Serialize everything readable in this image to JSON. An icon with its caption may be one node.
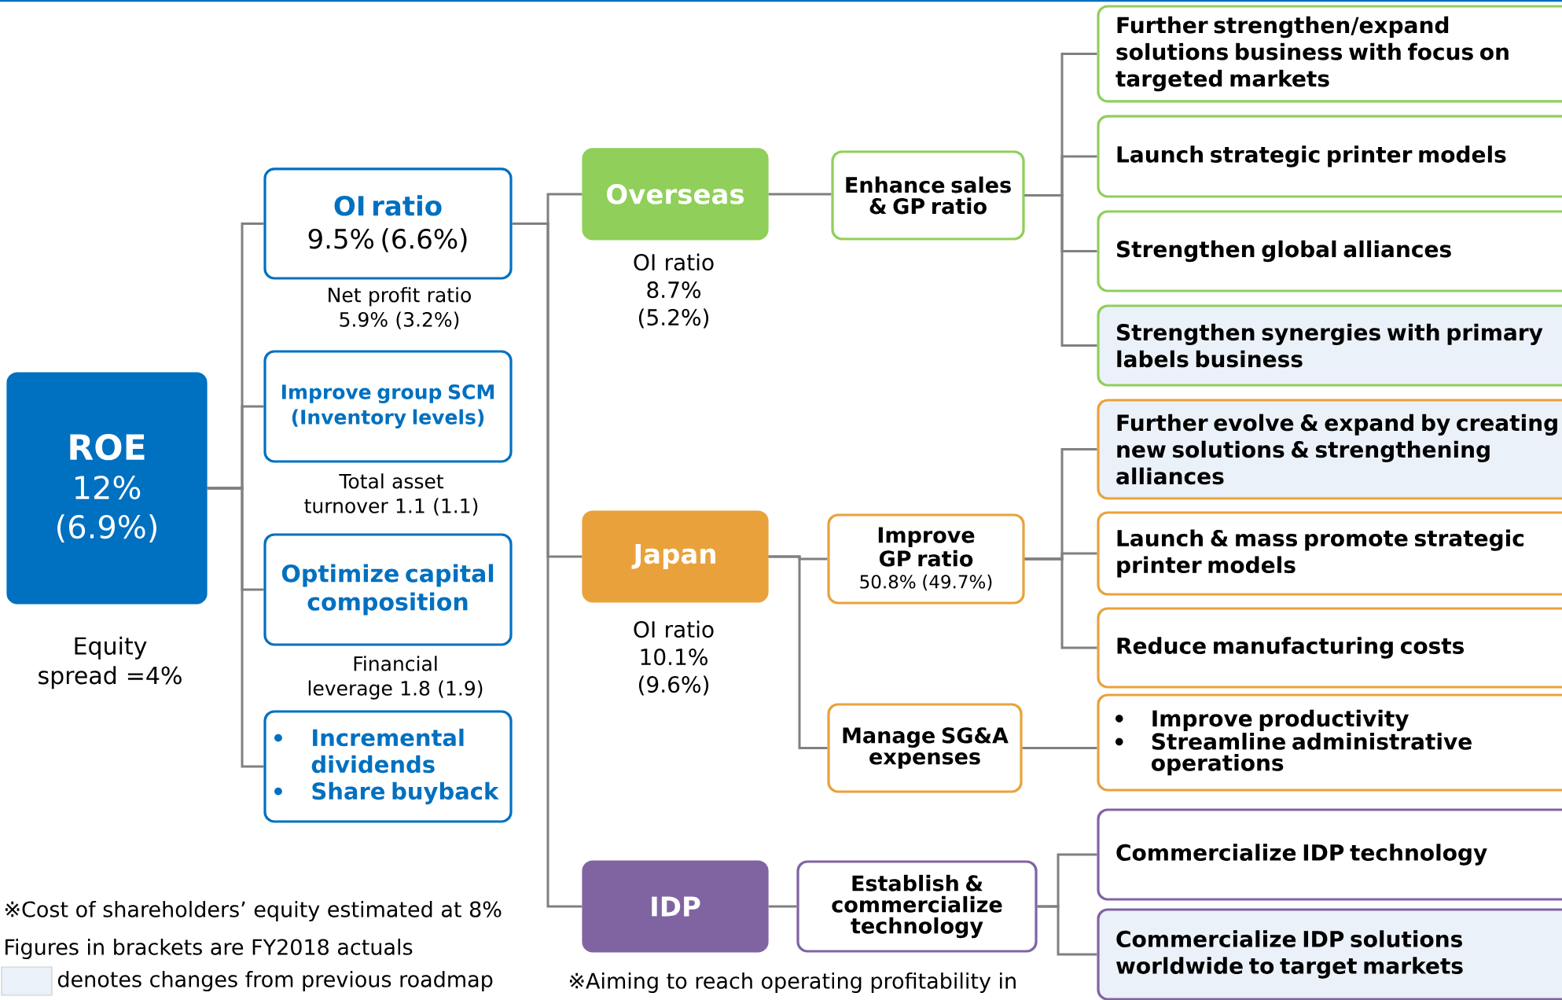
{
  "diagram": {
    "nodes": [
      {
        "text": [
          "ROE",
          "12% (6.9%)"
        ],
        "beside": [
          "Equity spread =4%"
        ]
      },
      {
        "text": [
          "OI ratio",
          "9.5% (6.6%)"
        ],
        "beside": [
          "Net profit ratio 5.9% (3.2%)"
        ]
      },
      {
        "text": [
          "Improve group SCM (Inventory levels)"
        ],
        "beside": [
          "Total asset turnover 1.1 (1.1)"
        ]
      },
      {
        "text": [
          "Optimize capital composition"
        ],
        "beside": [
          "Financial leverage 1.8 (1.9)"
        ]
      },
      {
        "text": [
          "Incremental dividends",
          "Share buyback"
        ]
      },
      {
        "text": [
          "Overseas"
        ],
        "beside": [
          "OI ratio 8.7% (5.2%)"
        ]
      },
      {
        "text": [
          "Japan"
        ],
        "beside": [
          "OI ratio 10.1% (9.6%)"
        ]
      },
      {
        "text": [
          "IDP"
        ]
      },
      {
        "text": [
          "Enhance sales & GP ratio"
        ]
      },
      {
        "text": [
          "Improve GP ratio",
          "50.8% (49.7%)"
        ]
      },
      {
        "text": [
          "Manage SG&A expenses"
        ]
      },
      {
        "text": [
          "Establish & commercialize technology"
        ]
      },
      {
        "text": [
          "Further strengthen/expand solutions business with focus on targeted markets"
        ]
      },
      {
        "text": [
          "Launch strategic printer models"
        ]
      },
      {
        "text": [
          "Strengthen global alliances"
        ]
      },
      {
        "text": [
          "Strengthen synergies with primary labels business"
        ]
      },
      {
        "text": [
          "Further evolve & expand by creating new solutions & strengthening alliances"
        ]
      },
      {
        "text": [
          "Launch & mass promote strategic printer models"
        ]
      },
      {
        "text": [
          "Reduce manufacturing costs"
        ]
      },
      {
        "text": [
          "Improve productivity",
          "Streamline administrative operations"
        ]
      },
      {
        "text": [
          "Commercialize IDP technology"
        ]
      },
      {
        "text": [
          "Commercialize IDP solutions worldwide to target markets"
        ]
      }
    ],
    "edges": [
      {
        "from": 0,
        "to": 1,
        "arrow": "none"
      },
      {
        "from": 0,
        "to": 2,
        "arrow": "none"
      },
      {
        "from": 0,
        "to": 3,
        "arrow": "none"
      },
      {
        "from": 0,
        "to": 4,
        "arrow": "none"
      },
      {
        "from": 1,
        "to": 5,
        "arrow": "none"
      },
      {
        "from": 1,
        "to": 6,
        "arrow": "none"
      },
      {
        "from": 1,
        "to": 7,
        "arrow": "none"
      },
      {
        "from": 5,
        "to": 8,
        "arrow": "none"
      },
      {
        "from": 8,
        "to": 12,
        "arrow": "none"
      },
      {
        "from": 8,
        "to": 13,
        "arrow": "none"
      },
      {
        "from": 8,
        "to": 14,
        "arrow": "none"
      },
      {
        "from": 8,
        "to": 15,
        "arrow": "none"
      },
      {
        "from": 6,
        "to": 9,
        "arrow": "none"
      },
      {
        "from": 6,
        "to": 10,
        "arrow": "none"
      },
      {
        "from": 9,
        "to": 16,
        "arrow": "none"
      },
      {
        "from": 9,
        "to": 17,
        "arrow": "none"
      },
      {
        "from": 9,
        "to": 18,
        "arrow": "none"
      },
      {
        "from": 10,
        "to": 19,
        "arrow": "none"
      },
      {
        "from": 7,
        "to": 11,
        "arrow": "none"
      },
      {
        "from": 11,
        "to": 20,
        "arrow": "none"
      },
      {
        "from": 11,
        "to": 21,
        "arrow": "none"
      }
    ],
    "labels": [
      "※Cost of shareholders’ equity estimated at 8%",
      "Figures in brackets are FY2018 actuals",
      "※Aiming to reach operating profitability in"
    ],
    "legend": [
      {
        "text": "denotes changes from previous roadmap"
      }
    ]
  }
}
